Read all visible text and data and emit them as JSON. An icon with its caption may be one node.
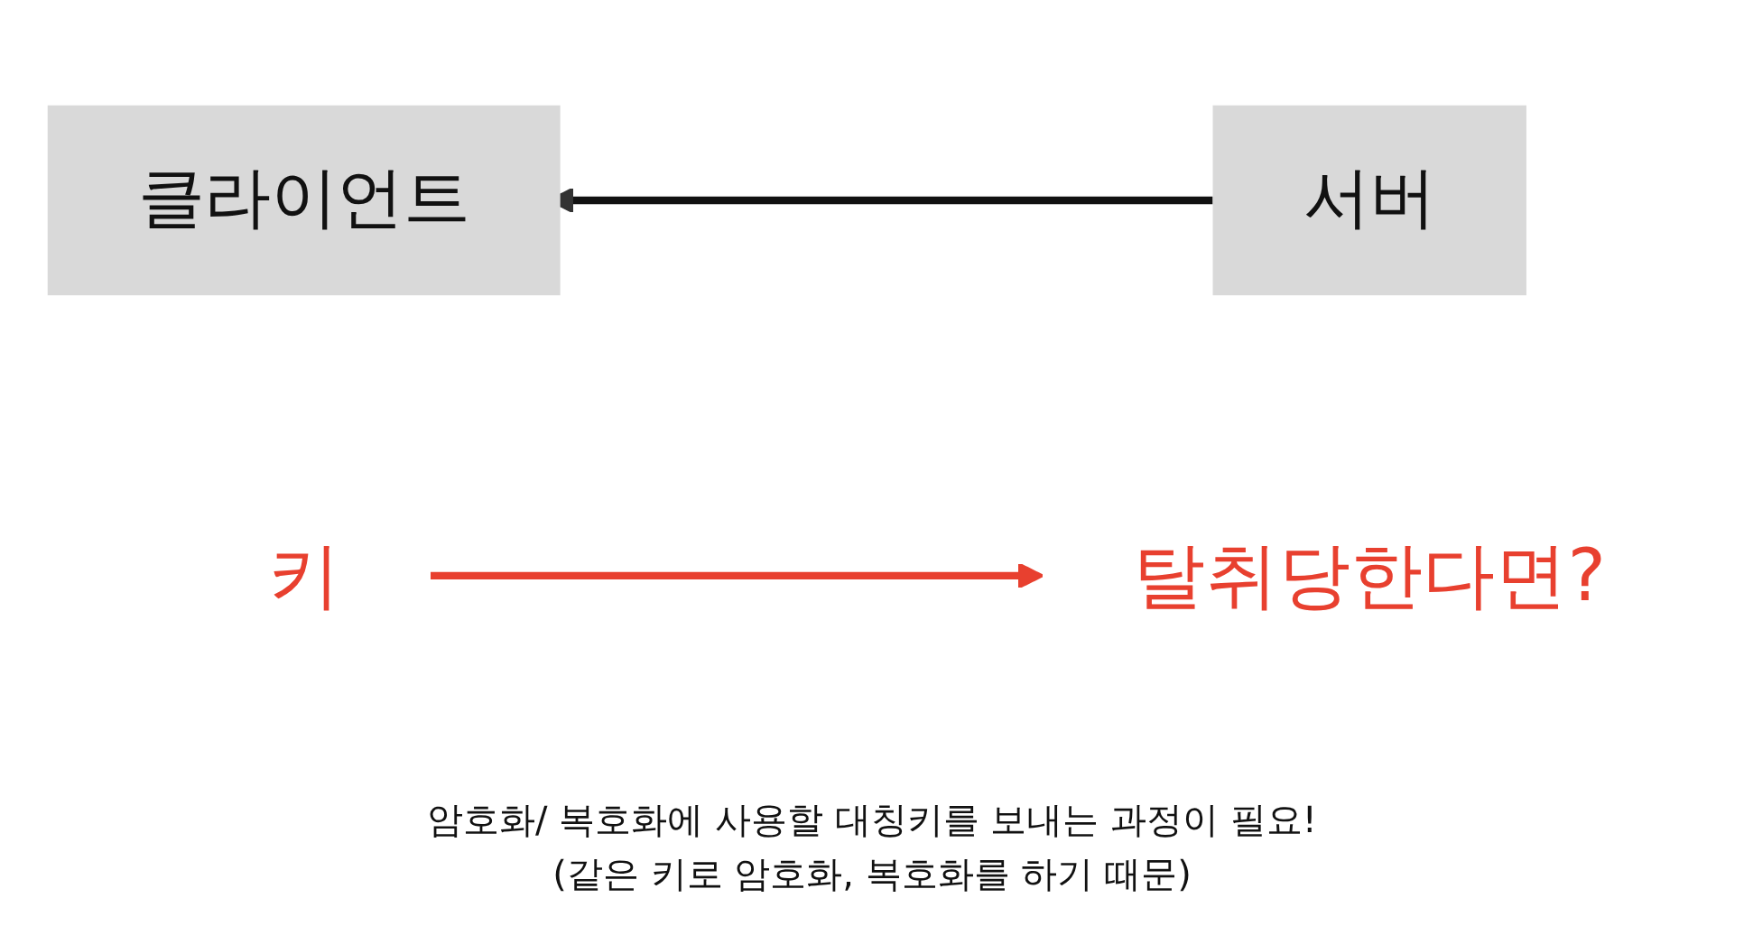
{
  "diagram": {
    "nodes": [
      {
        "text": [
          "클라이언트"
        ]
      },
      {
        "text": [
          "서버"
        ]
      },
      {
        "text": [
          "키"
        ]
      },
      {
        "text": [
          "탈취당한다면?"
        ]
      }
    ],
    "edges": [
      {
        "from": 1,
        "to": 0,
        "arrow": "to"
      },
      {
        "from": 2,
        "to": 3,
        "arrow": "to",
        "color": "#e8402f"
      }
    ],
    "labels": [
      "암호화/ 복호화에 사용할 대칭키를 보내는 과정이 필요!",
      "(같은 키로 암호화, 복호화를 하기 때문)"
    ]
  }
}
